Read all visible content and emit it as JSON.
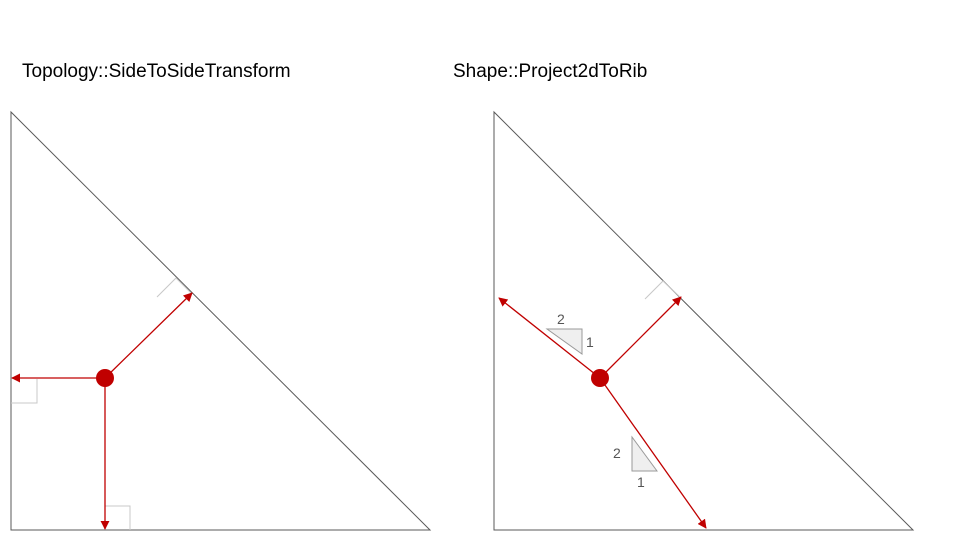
{
  "panels": {
    "left": {
      "title": "Topology::SideToSideTransform"
    },
    "right": {
      "title": "Shape::Project2dToRib",
      "slope_upper": {
        "run": "2",
        "rise": "1"
      },
      "slope_lower": {
        "rise": "2",
        "run": "1"
      }
    }
  },
  "colors": {
    "point": "#c00000",
    "arrow": "#c00000",
    "triangle_edge": "#595959",
    "right_angle_marker": "#c8c8c8",
    "slope_triangle_fill": "#efefef"
  }
}
